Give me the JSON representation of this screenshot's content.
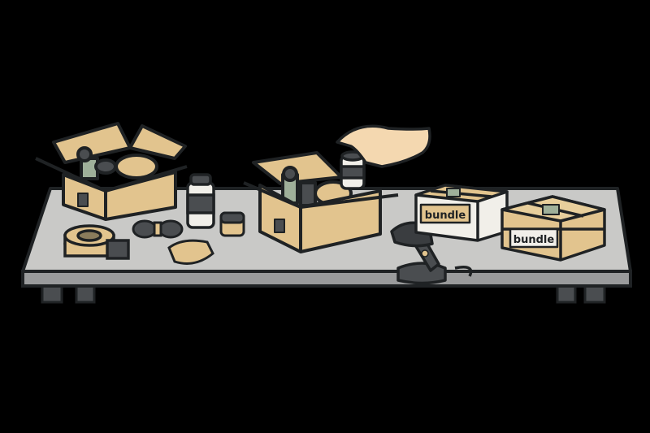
{
  "scene": {
    "description": "Packing table illustration with open boxes, jars, tape, hand placing jar, barcode scanner, and bundled packages",
    "background": "#000000"
  },
  "labels": {
    "bundle_1": "bundle",
    "bundle_2": "bundle"
  },
  "colors": {
    "table_top": "#c9c9c7",
    "table_edge": "#9a9b9c",
    "outline": "#1f2224",
    "cardboard": "#e2c48e",
    "cardboard_dark": "#c9a86c",
    "sage": "#9fb09a",
    "jar_dark": "#4a4d50",
    "skin": "#f4d8b0"
  }
}
